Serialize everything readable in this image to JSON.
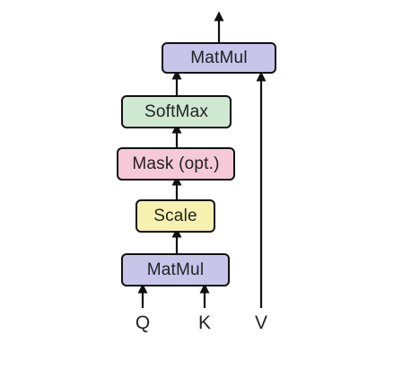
{
  "diagram": {
    "blocks": {
      "matmul_top": {
        "label": "MatMul",
        "fill": "#c9c4ea"
      },
      "softmax": {
        "label": "SoftMax",
        "fill": "#cfe8d2"
      },
      "mask": {
        "label": "Mask (opt.)",
        "fill": "#f5c9d8"
      },
      "scale": {
        "label": "Scale",
        "fill": "#f7f1b0"
      },
      "matmul_bottom": {
        "label": "MatMul",
        "fill": "#c9c4ea"
      }
    },
    "inputs": {
      "q": "Q",
      "k": "K",
      "v": "V"
    }
  }
}
